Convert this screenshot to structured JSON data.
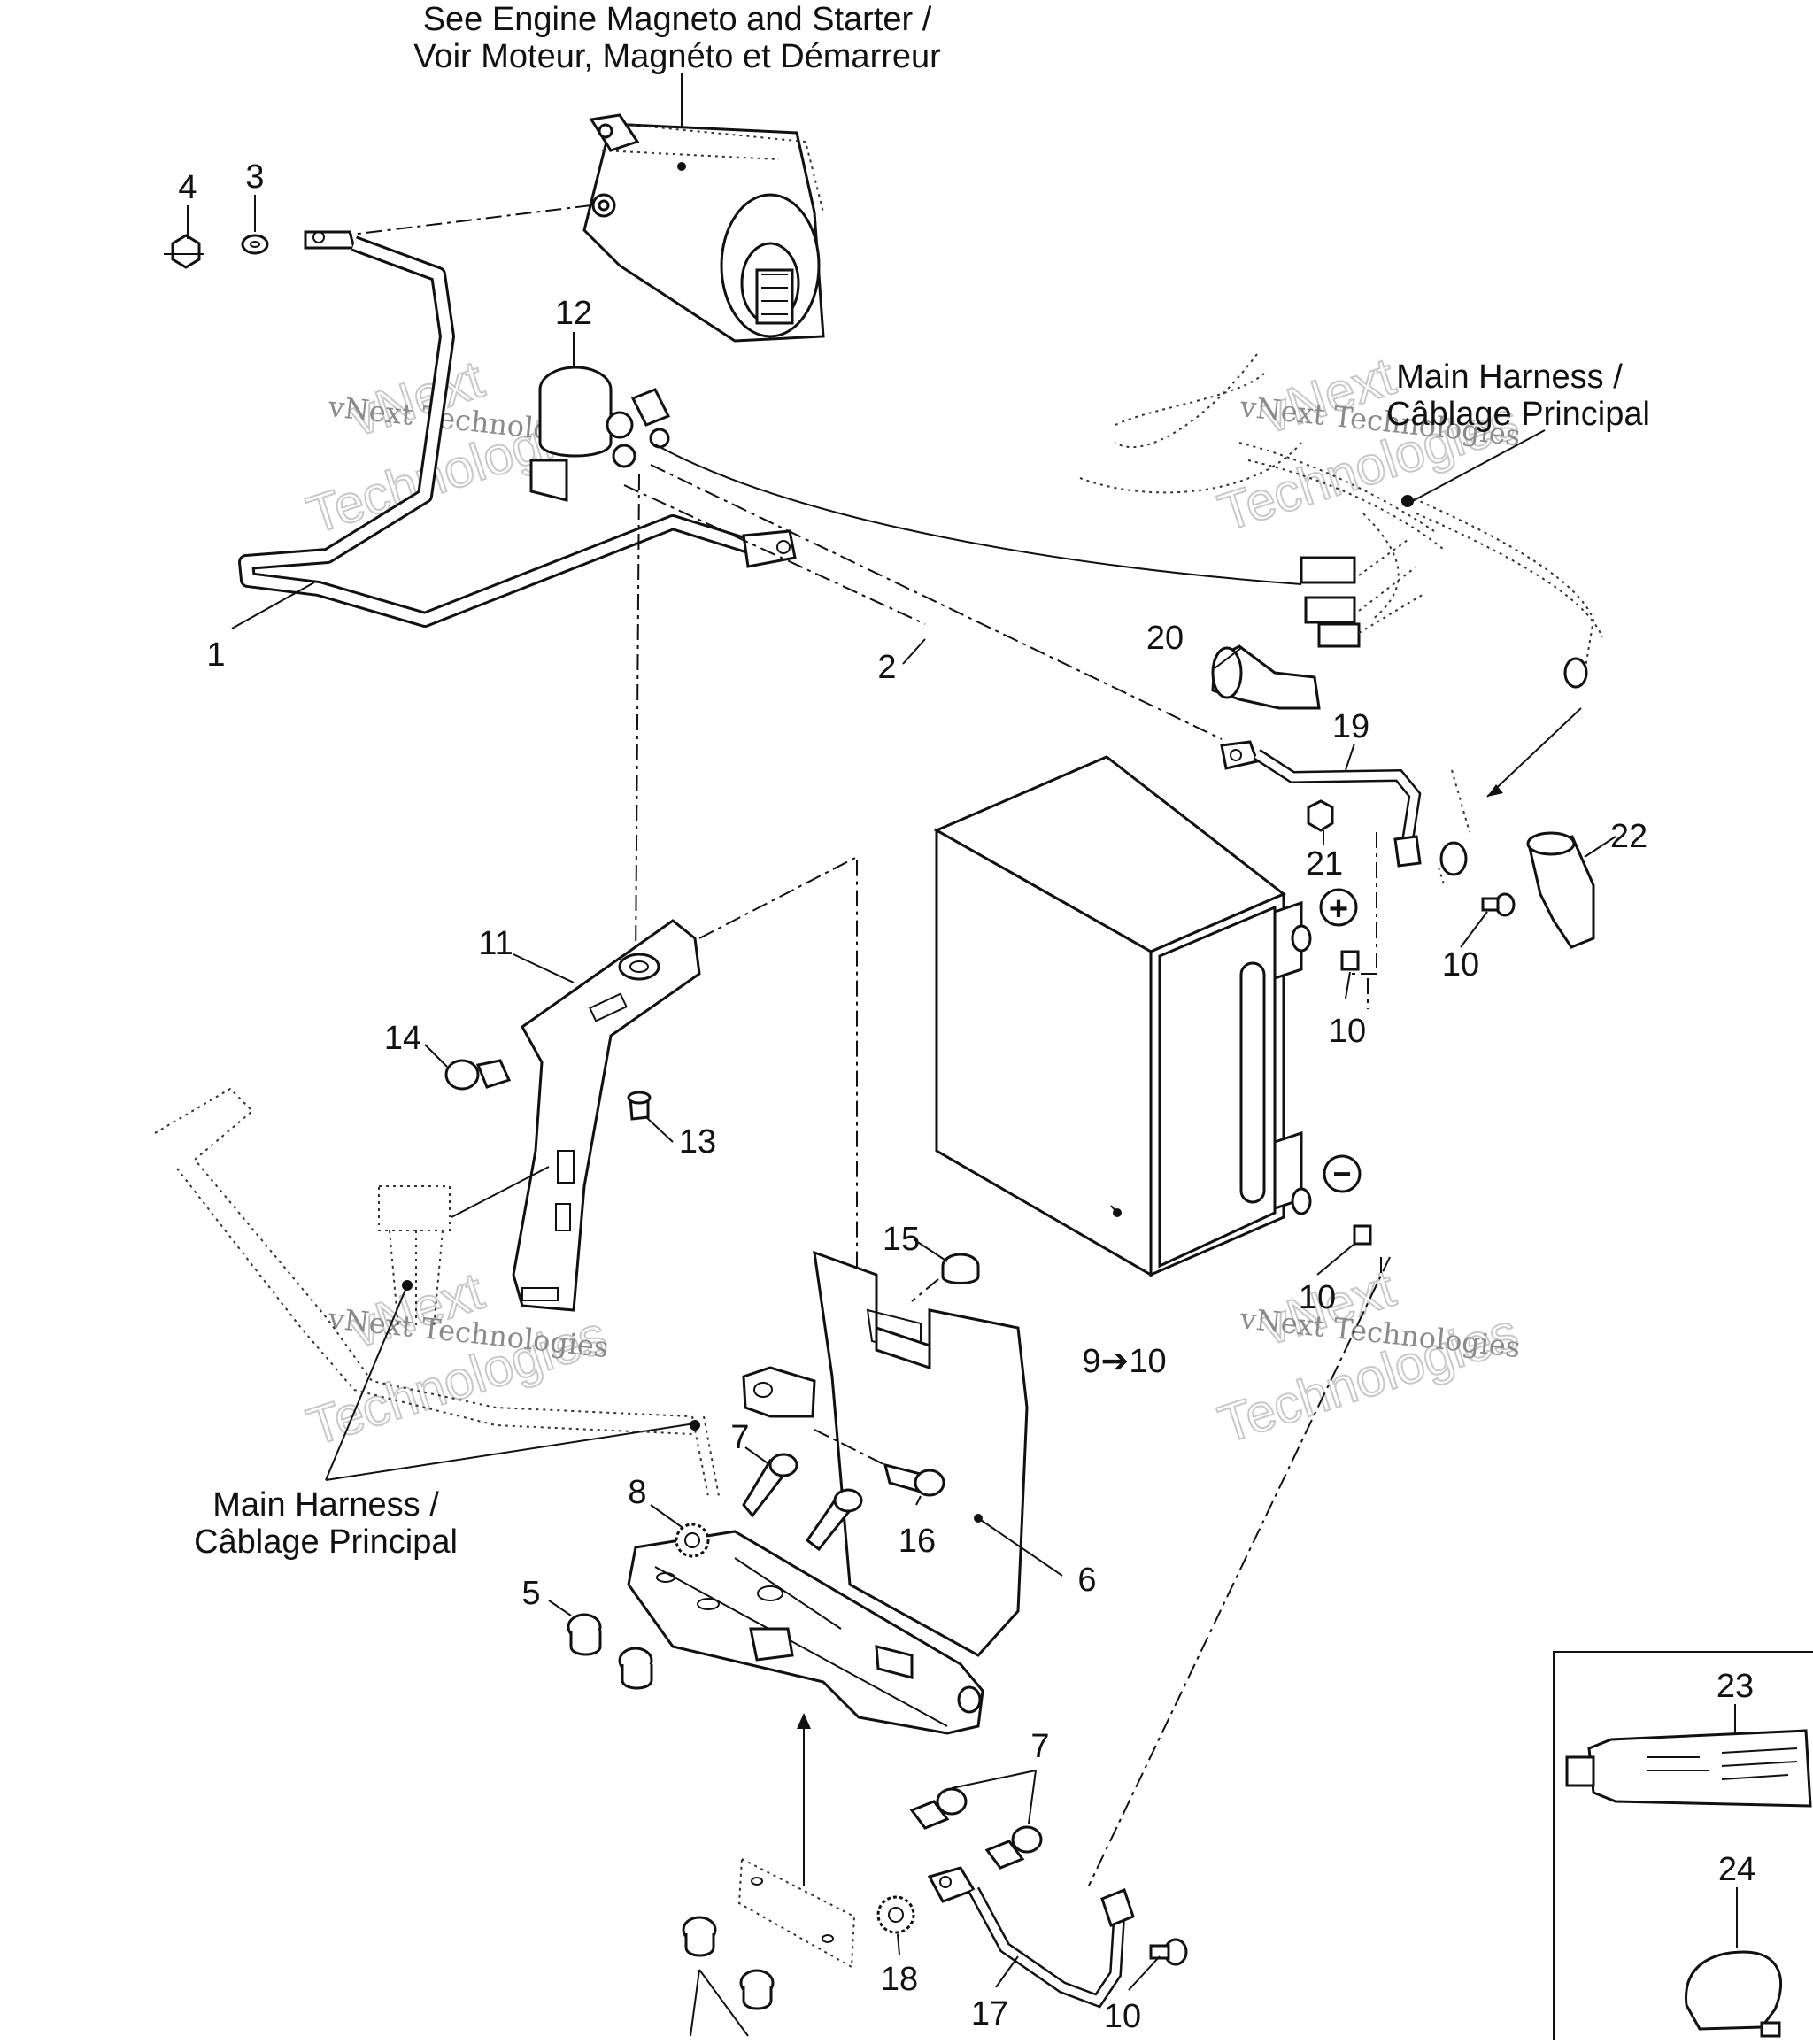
{
  "callouts": {
    "starter": [
      "See Engine Magneto and Starter /",
      "Voir Moteur, Magnéto et Démarreur"
    ],
    "harness_top": [
      "Main Harness /",
      "Câblage Principal"
    ],
    "harness_left": [
      "Main Harness /",
      "Câblage Principal"
    ]
  },
  "part_numbers": {
    "p1": "1",
    "p2": "2",
    "p3": "3",
    "p4": "4",
    "p5": "5",
    "p6": "6",
    "p7a": "7",
    "p7b": "7",
    "p8": "8",
    "p9": "9➔10",
    "p10a": "10",
    "p10b": "10",
    "p10c": "10",
    "p10d": "10",
    "p11": "11",
    "p12": "12",
    "p13": "13",
    "p14": "14",
    "p15": "15",
    "p16": "16",
    "p17": "17",
    "p18": "18",
    "p19": "19",
    "p20": "20",
    "p21": "21",
    "p22": "22",
    "p23": "23",
    "p24": "24"
  },
  "watermark": {
    "line1": "vNext",
    "line2": "vNext Technologies",
    "line3": "Technologies"
  },
  "polarity": {
    "positive": "+",
    "negative": "−"
  }
}
